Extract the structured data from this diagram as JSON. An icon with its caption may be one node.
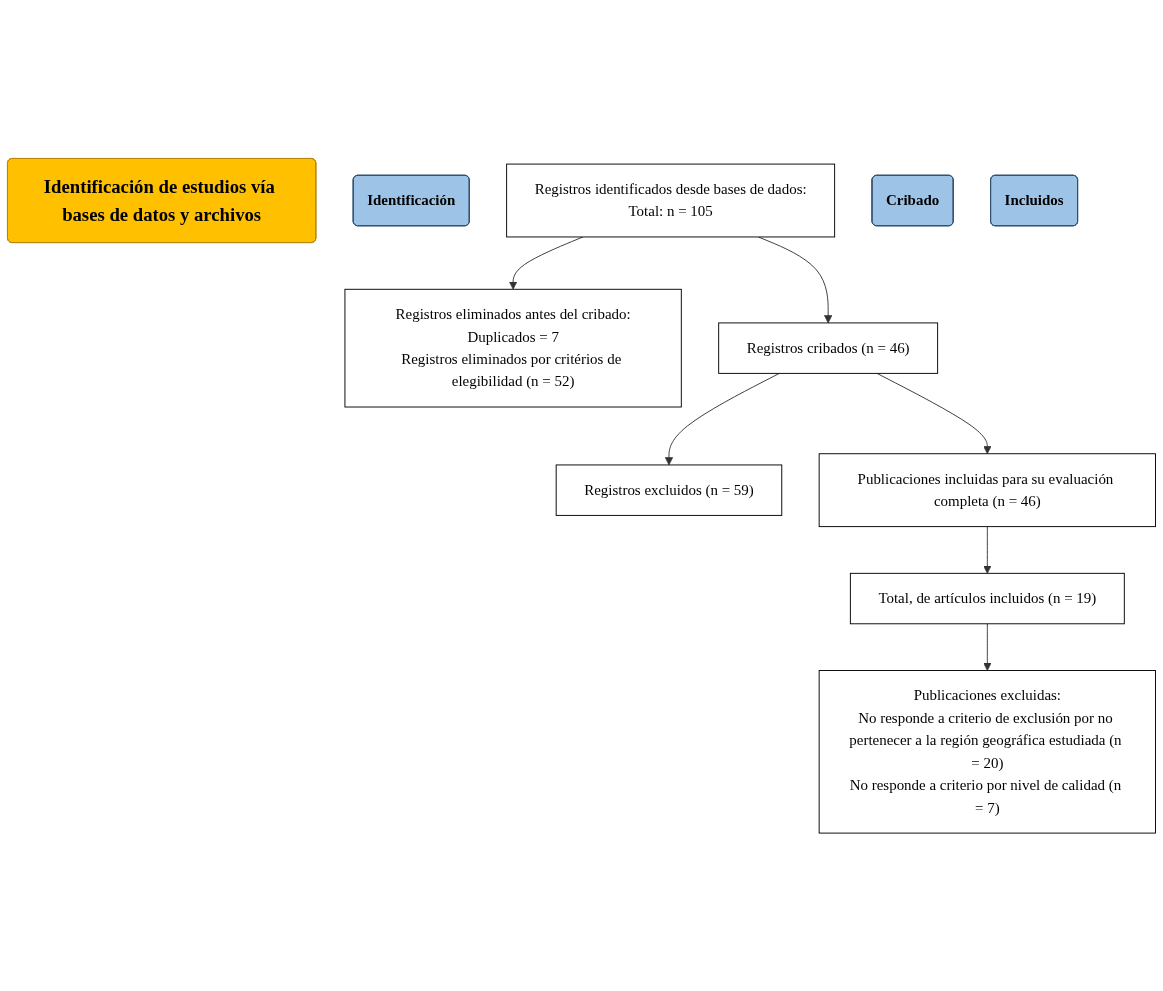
{
  "diagram": {
    "nodes": [
      {
        "text": [
          "Identificación de estudios vía bases de datos y archivos"
        ]
      },
      {
        "text": [
          "Identificación"
        ]
      },
      {
        "text": [
          "Registros identificados desde bases de dados:",
          "Total: n = 105"
        ]
      },
      {
        "text": [
          "Registros eliminados antes del cribado:",
          "Duplicados = 7",
          "Registros eliminados por critérios de elegibilidad (n = 52)"
        ]
      },
      {
        "text": [
          "Cribado"
        ]
      },
      {
        "text": [
          "Registros cribados (n = 46)"
        ]
      },
      {
        "text": [
          "Registros excluidos (n = 59)"
        ]
      },
      {
        "text": [
          "Incluidos"
        ]
      },
      {
        "text": [
          "Publicaciones incluidas para su evaluación completa (n = 46)"
        ]
      },
      {
        "text": [
          "Publicaciones excluidas:",
          "No responde a criterio de exclusión por no pertenecer a la región geográfica estudiada (n = 20)",
          "No responde a criterio por nivel de calidad (n = 7)"
        ]
      },
      {
        "text": [
          "Total, de artículos incluidos (n = 19)"
        ]
      }
    ],
    "edges": [
      {
        "from": 2,
        "to": 3,
        "arrow": "to"
      },
      {
        "from": 2,
        "to": 5,
        "arrow": "to"
      },
      {
        "from": 5,
        "to": 6,
        "arrow": "to"
      },
      {
        "from": 5,
        "to": 8,
        "arrow": "to"
      },
      {
        "from": 8,
        "to": 10,
        "arrow": "to"
      },
      {
        "from": 10,
        "to": 9,
        "arrow": "to"
      }
    ]
  }
}
